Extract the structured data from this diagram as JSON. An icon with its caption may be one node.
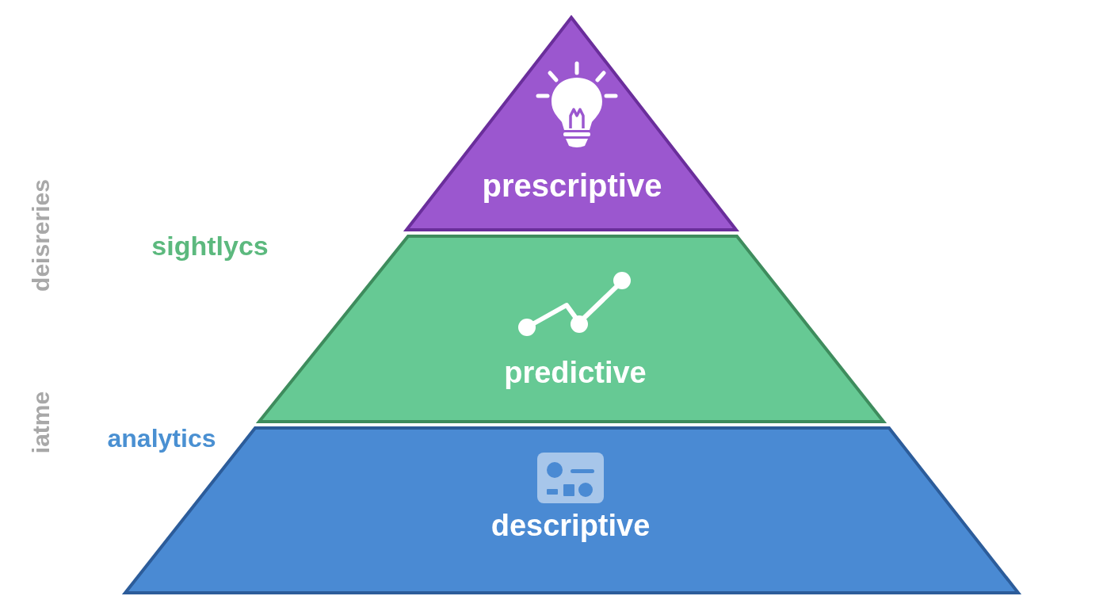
{
  "diagram": {
    "nodes": [
      {
        "text": [
          "prescriptive"
        ]
      },
      {
        "text": [
          "predictive"
        ]
      },
      {
        "text": [
          "descriptive"
        ]
      }
    ],
    "labels": [
      "deisreries",
      "sightlycs",
      "iatme",
      "analytics"
    ]
  }
}
